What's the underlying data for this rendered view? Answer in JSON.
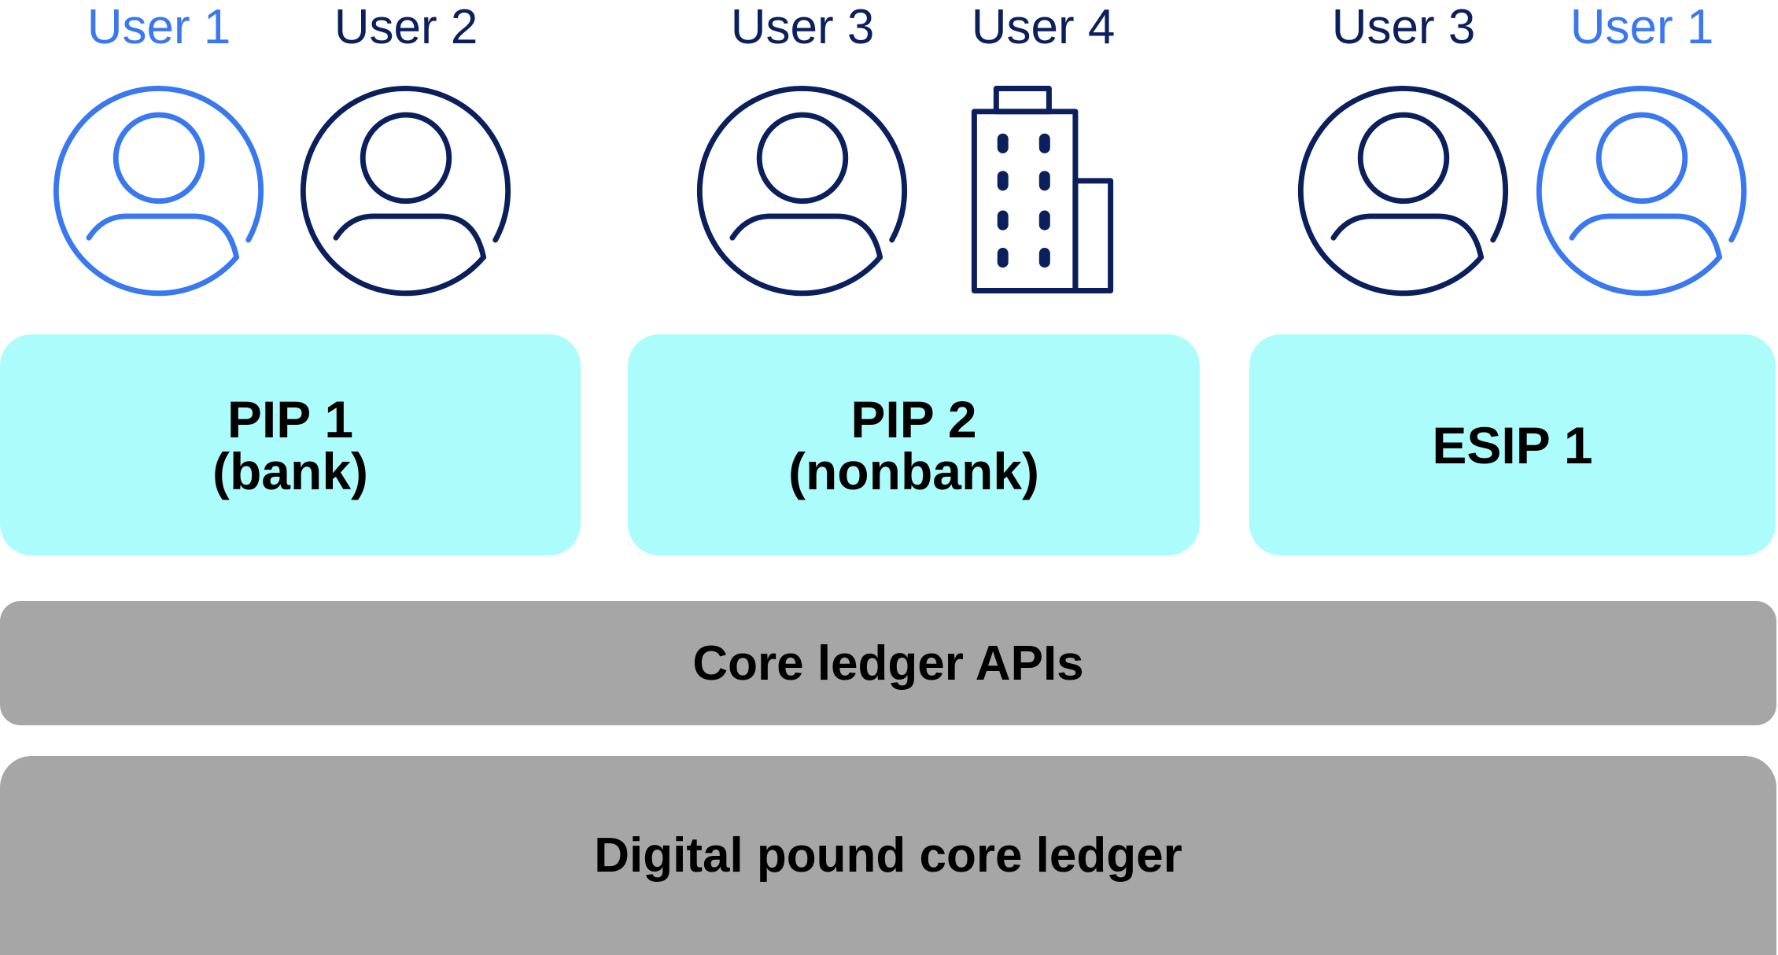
{
  "users": [
    {
      "label": "User 1",
      "color": "#3a78f0"
    },
    {
      "label": "User 2",
      "color": "#0b1f5c"
    },
    {
      "label": "User 3",
      "color": "#0b1f5c"
    },
    {
      "label": "User 4",
      "color": "#0b1f5c",
      "icon": "building-icon"
    },
    {
      "label": "User 3",
      "color": "#0b1f5c"
    },
    {
      "label": "User 1",
      "color": "#3a78f0"
    }
  ],
  "providers": [
    {
      "line1": "PIP 1",
      "line2": "(bank)"
    },
    {
      "line1": "PIP 2",
      "line2": "(nonbank)"
    },
    {
      "line1": "ESIP 1"
    }
  ],
  "layers": {
    "apis": "Core ledger APIs",
    "ledger": "Digital pound core ledger"
  },
  "colors": {
    "provider_fill": "#adfcfc",
    "layer_fill": "#a6a6a6",
    "user_light": "#3a78f0",
    "user_dark": "#0b1f5c"
  }
}
